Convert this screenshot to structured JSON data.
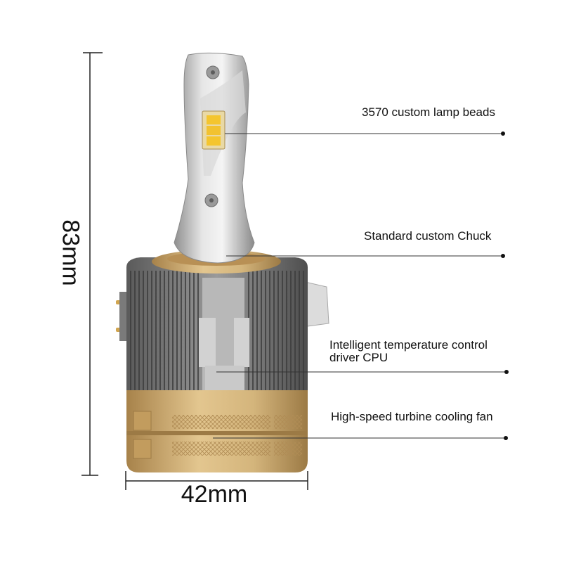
{
  "dimensions": {
    "height_label": "83mm",
    "width_label": "42mm"
  },
  "callouts": [
    {
      "label": "3570 custom lamp beads"
    },
    {
      "label": "Standard custom Chuck"
    },
    {
      "label_line1": "Intelligent temperature control",
      "label_line2": "driver CPU"
    },
    {
      "label": "High-speed turbine cooling fan"
    }
  ],
  "colors": {
    "gold": "#c9a25f",
    "silver": "#c8c8c8",
    "heatsink": "#6e6e6e",
    "chip": "#f2c230"
  }
}
